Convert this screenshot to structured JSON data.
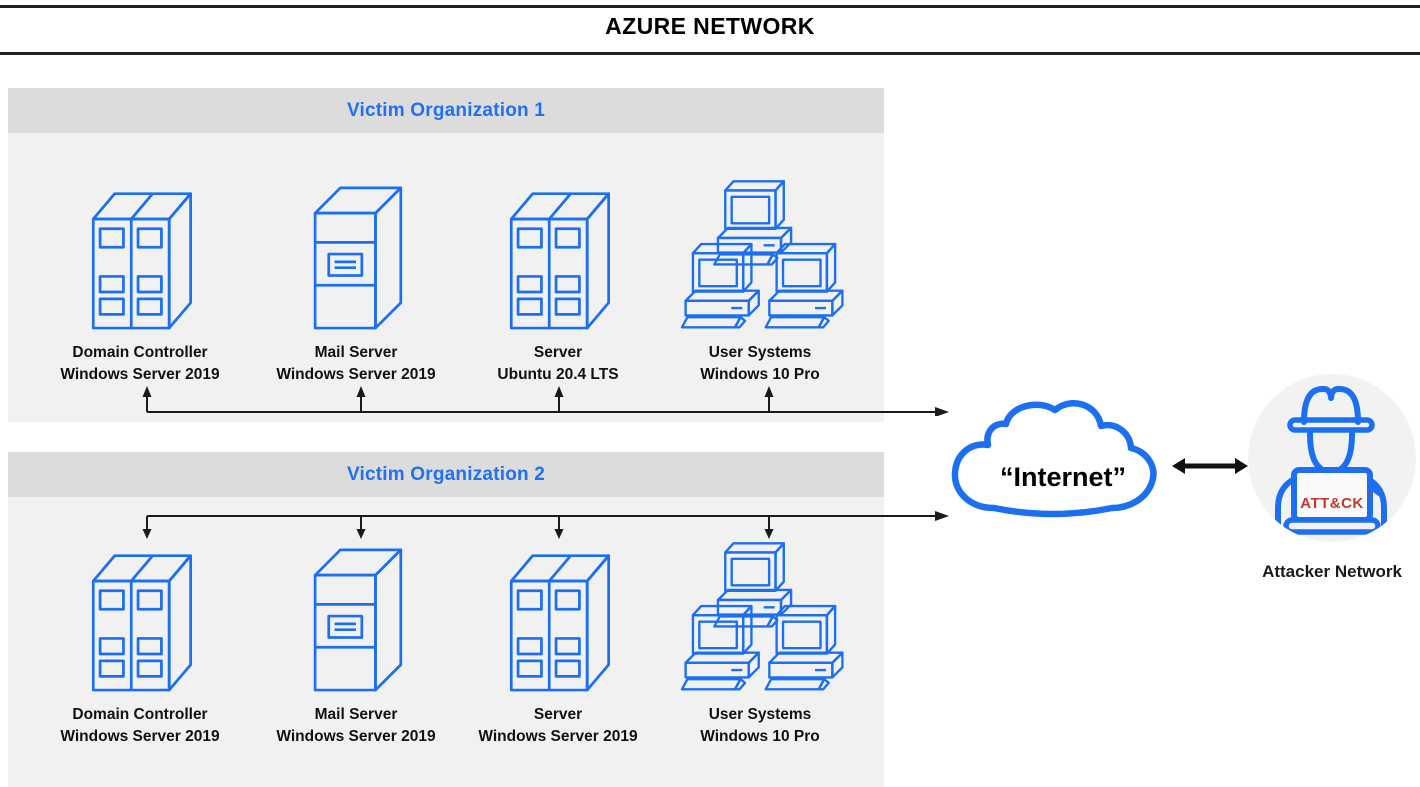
{
  "title": "AZURE NETWORK",
  "colors": {
    "accent_blue": "#2170f4",
    "icon_blue": "#1d6ff2",
    "attack_red": "#c0392b",
    "panel_body_bg": "#f1f1f1",
    "panel_header_bg": "#dcdcdc",
    "attacker_circle_bg": "#f2f2f2",
    "line_black": "#1a1a1a"
  },
  "organizations": [
    {
      "name": "Victim Organization 1",
      "devices": [
        {
          "name": "Domain Controller",
          "os": "Windows Server 2019",
          "icon": "server-rack-icon"
        },
        {
          "name": "Mail Server",
          "os": "Windows Server 2019",
          "icon": "mail-server-icon"
        },
        {
          "name": "Server",
          "os": "Ubuntu 20.4 LTS",
          "icon": "server-rack-icon"
        },
        {
          "name": "User Systems",
          "os": "Windows 10 Pro",
          "icon": "user-systems-icon"
        }
      ]
    },
    {
      "name": "Victim Organization 2",
      "devices": [
        {
          "name": "Domain Controller",
          "os": "Windows Server 2019",
          "icon": "server-rack-icon"
        },
        {
          "name": "Mail Server",
          "os": "Windows Server 2019",
          "icon": "mail-server-icon"
        },
        {
          "name": "Server",
          "os": "Windows Server 2019",
          "icon": "server-rack-icon"
        },
        {
          "name": "User Systems",
          "os": "Windows 10 Pro",
          "icon": "user-systems-icon"
        }
      ]
    }
  ],
  "internet": {
    "label": "“Internet”"
  },
  "attacker": {
    "label": "Attacker Network",
    "laptop_text": "ATT&CK",
    "laptop_mark": "®"
  }
}
